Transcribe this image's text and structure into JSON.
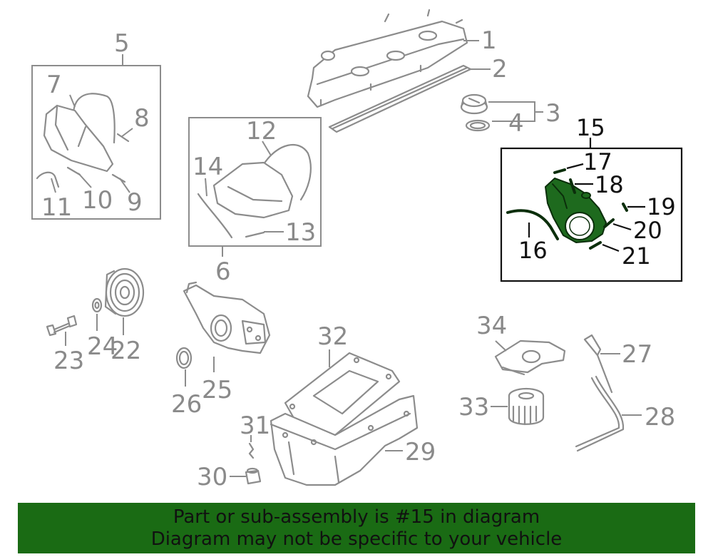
{
  "labels": {
    "p1": "1",
    "p2": "2",
    "p3": "3",
    "p4": "4",
    "p5": "5",
    "p6": "6",
    "p7": "7",
    "p8": "8",
    "p9": "9",
    "p10": "10",
    "p11": "11",
    "p12": "12",
    "p13": "13",
    "p14": "14",
    "p15": "15",
    "p16": "16",
    "p17": "17",
    "p18": "18",
    "p19": "19",
    "p20": "20",
    "p21": "21",
    "p22": "22",
    "p23": "23",
    "p24": "24",
    "p25": "25",
    "p26": "26",
    "p27": "27",
    "p28": "28",
    "p29": "29",
    "p30": "30",
    "p31": "31",
    "p32": "32",
    "p33": "33",
    "p34": "34"
  },
  "banner": {
    "line1": "Part or sub-assembly is #15 in diagram",
    "line2": "Diagram may not be specific to your vehicle"
  },
  "colors": {
    "highlight": "#1e6a1e",
    "banner": "#1a6b14",
    "linework": "#8c8c8c"
  }
}
